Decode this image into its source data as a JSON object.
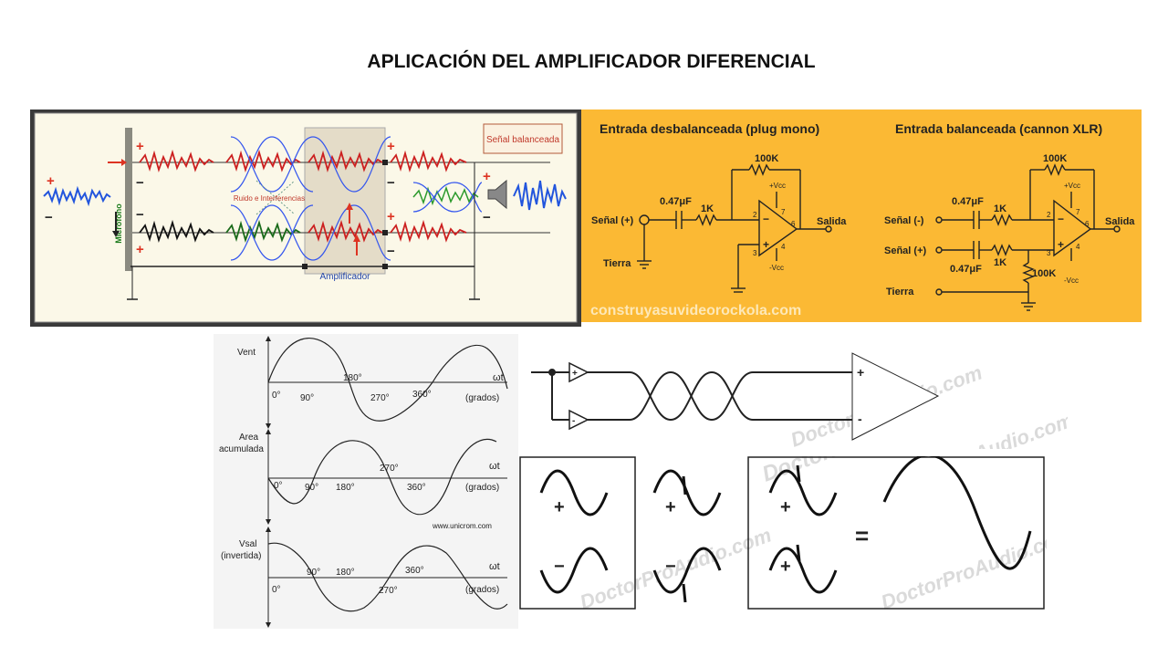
{
  "title": "APLICACIÓN DEL AMPLIFICADOR DIFERENCIAL",
  "panel_microphone": {
    "legend": "Señal balanceada",
    "mic_label": "Micrófono",
    "noise_label": "Ruido e Interferencias",
    "amp_label": "Amplificador",
    "plus": "+",
    "minus": "−"
  },
  "panel_circuits": {
    "left_title": "Entrada desbalanceada (plug mono)",
    "right_title": "Entrada balanceada (cannon XLR)",
    "resistor_100k": "100K",
    "capacitor": "0.47μF",
    "resistor_1k": "1K",
    "vcc": "+Vcc",
    "neg_vcc": "-Vcc",
    "pin2": "2",
    "pin3": "3",
    "pin4": "4",
    "pin6": "6",
    "pin7": "7",
    "signal_plus": "Señal (+)",
    "signal_minus": "Señal (-)",
    "ground": "Tierra",
    "output": "Salida",
    "watermark": "construyasuvideorockola.com"
  },
  "panel_waves": {
    "plot1_label": "Vent",
    "plot2_label_line1": "Area",
    "plot2_label_line2": "acumulada",
    "plot3_label_line1": "Vsal",
    "plot3_label_line2": "(invertida)",
    "axis_label": "ωt",
    "units": "(grados)",
    "deg0": "0°",
    "deg90": "90°",
    "deg180": "180°",
    "deg270": "270°",
    "deg360": "360°",
    "credit": "www.unicrom.com"
  },
  "panel_twisted": {
    "plus": "+",
    "minus": "-",
    "watermark": "DoctorProAudio.com"
  },
  "panel_cancel": {
    "plus": "+",
    "minus": "−",
    "equals": "="
  }
}
